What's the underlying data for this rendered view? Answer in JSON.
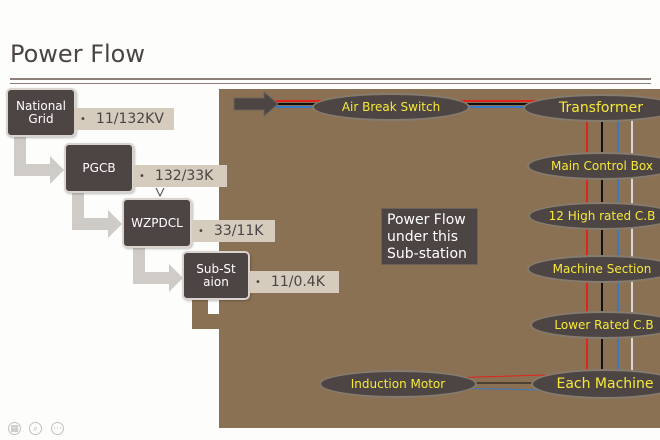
{
  "title": "Power Flow",
  "hierarchy": [
    {
      "name": "National Grid",
      "voltage": "11/132KV"
    },
    {
      "name": "PGCB",
      "voltage": "132/33K"
    },
    {
      "name": "WZPDCL",
      "voltage": "33/11K"
    },
    {
      "name": "Sub-Staion",
      "voltage": "11/0.4K"
    }
  ],
  "panel": {
    "note": "Power Flow under this Sub-station",
    "nodes": {
      "air_break_switch": "Air Break Switch",
      "transformer": "Transformer",
      "main_control_box": "Main Control Box",
      "high_rated_cb": "12 High rated C.B",
      "machine_section": "Machine Section",
      "lower_rated_cb": "Lower Rated C.B",
      "each_machine": "Each Machine",
      "induction_motor": "Induction Motor"
    }
  },
  "colors": {
    "panel": "#8b7153",
    "box": "#4d4543",
    "label_text": "#f7e93a",
    "tag": "#d6ccbd",
    "wire_red": "#e0231c",
    "wire_blue": "#3a78c4",
    "wire_black": "#111111",
    "wire_grey": "#d8d8d8"
  }
}
